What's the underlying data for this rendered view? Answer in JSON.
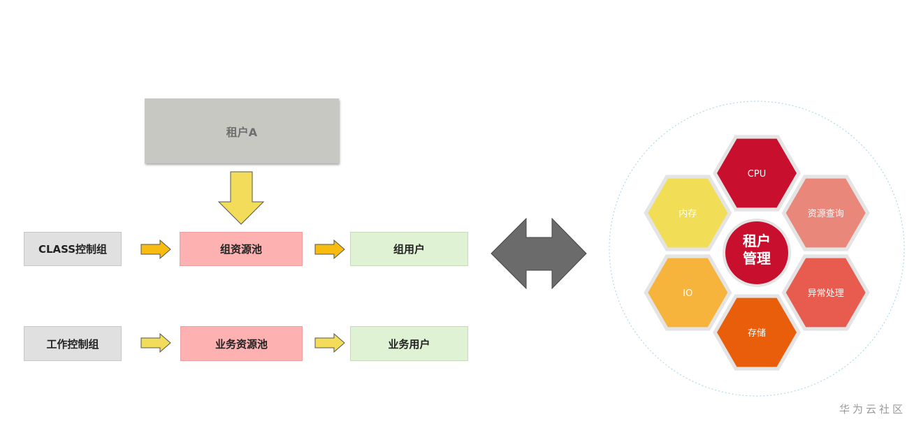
{
  "tenant": {
    "label": "租户A"
  },
  "rows": [
    {
      "control": "CLASS控制组",
      "pool": "组资源池",
      "user": "组用户"
    },
    {
      "control": "工作控制组",
      "pool": "业务资源池",
      "user": "业务用户"
    }
  ],
  "hub": {
    "center_label": "租户\n管理",
    "segments": [
      {
        "label": "CPU",
        "color": "#c8102e"
      },
      {
        "label": "资源查询",
        "color": "#e8877a"
      },
      {
        "label": "异常处理",
        "color": "#e85c50"
      },
      {
        "label": "存储",
        "color": "#e85e0a"
      },
      {
        "label": "IO",
        "color": "#f6b43c"
      },
      {
        "label": "内存",
        "color": "#f2dd56"
      }
    ]
  },
  "watermark": "华为云社区"
}
